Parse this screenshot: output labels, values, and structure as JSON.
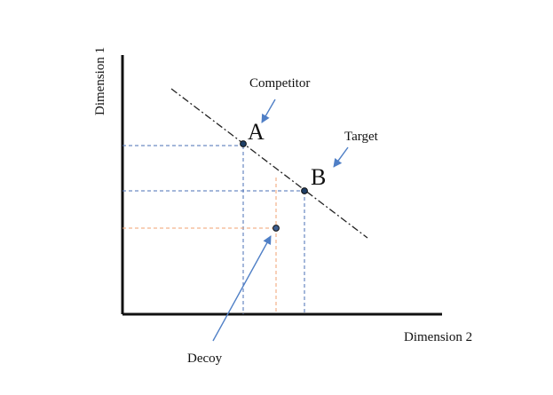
{
  "axes": {
    "y_label": "Dimension 1",
    "x_label": "Dimension 2"
  },
  "labels": {
    "competitor": "Competitor",
    "target": "Target",
    "decoy": "Decoy",
    "point_a": "A",
    "point_b": "B"
  },
  "colors": {
    "axis": "#111111",
    "point_guide": "#4a6fb5",
    "decoy_guide": "#f0a070",
    "arrow": "#4f7fc6",
    "point_fill": "#1f3f66",
    "decoy_fill": "#3f5f8f"
  }
}
